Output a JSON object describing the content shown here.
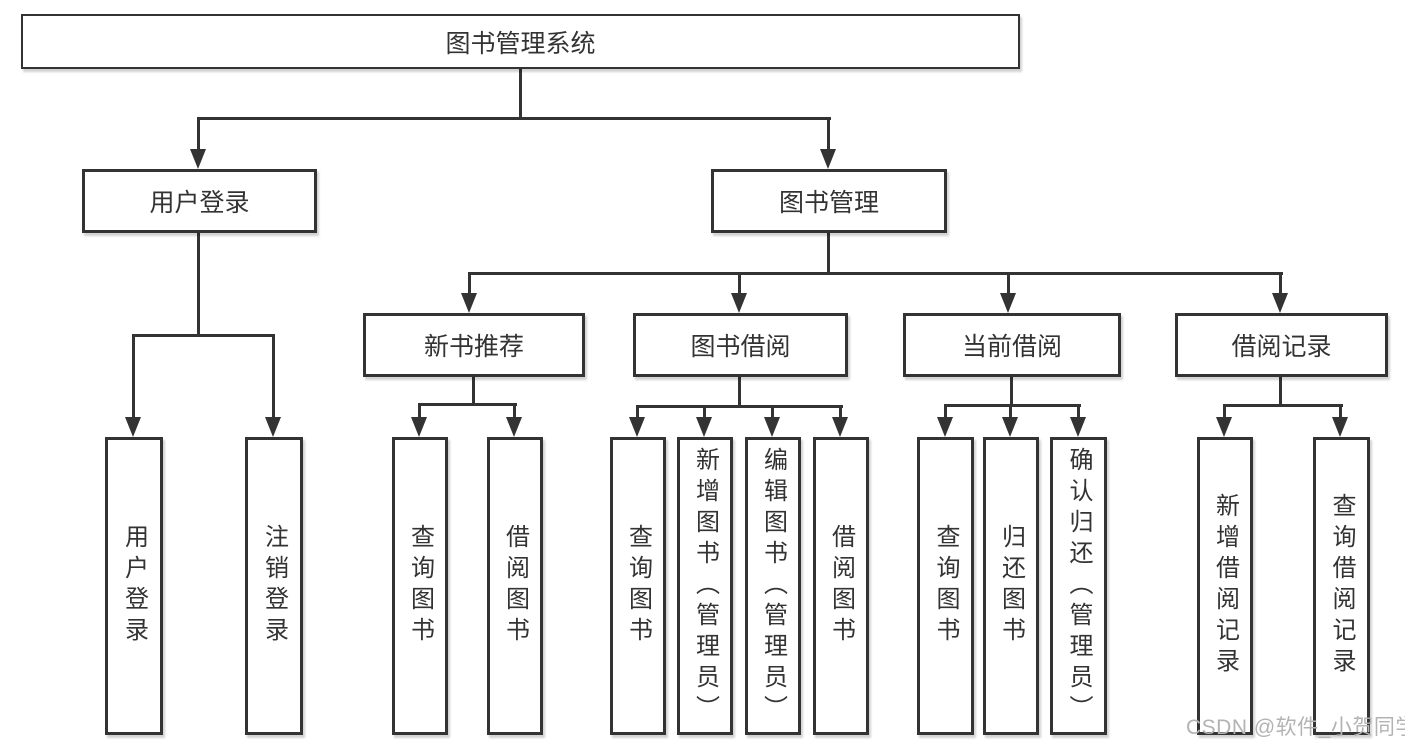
{
  "diagram": {
    "root": {
      "label": "图书管理系统"
    },
    "branches": [
      {
        "label": "用户登录",
        "leaves": [
          {
            "label": "用户登录"
          },
          {
            "label": "注销登录"
          }
        ]
      },
      {
        "label": "图书管理",
        "groups": [
          {
            "label": "新书推荐",
            "leaves": [
              {
                "label": "查询图书"
              },
              {
                "label": "借阅图书"
              }
            ]
          },
          {
            "label": "图书借阅",
            "leaves": [
              {
                "label": "查询图书"
              },
              {
                "label": "新增图书（管理员）"
              },
              {
                "label": "编辑图书（管理员）"
              },
              {
                "label": "借阅图书"
              }
            ]
          },
          {
            "label": "当前借阅",
            "leaves": [
              {
                "label": "查询图书"
              },
              {
                "label": "归还图书"
              },
              {
                "label": "确认归还（管理员）"
              }
            ]
          },
          {
            "label": "借阅记录",
            "leaves": [
              {
                "label": "新增借阅记录"
              },
              {
                "label": "查询借阅记录"
              }
            ]
          }
        ]
      }
    ]
  },
  "watermark": {
    "text": "CSDN @软件_小贺同学"
  },
  "colors": {
    "line": "#333333",
    "box_border": "#333333",
    "text": "#333333",
    "watermark": "#b3b3b3",
    "background": "#ffffff"
  }
}
